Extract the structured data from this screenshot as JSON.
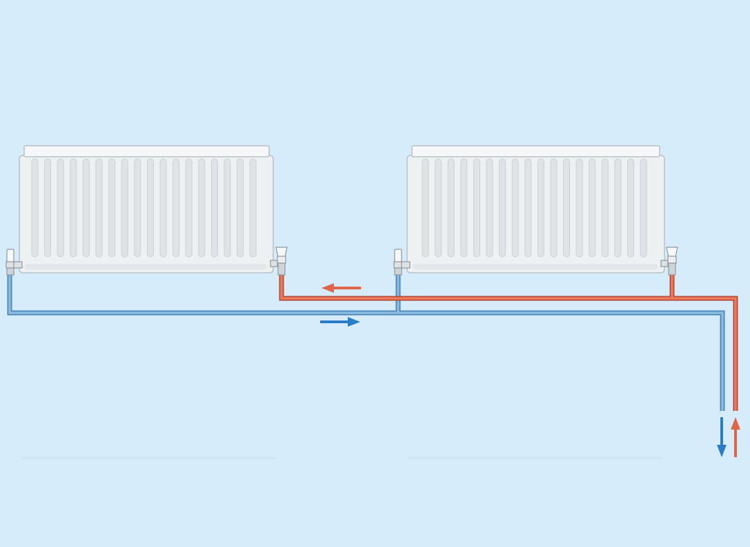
{
  "diagram": {
    "description_type": "heating-system-schematic",
    "radiators": [
      {
        "id": "radiator-left",
        "fin_count": 18
      },
      {
        "id": "radiator-right",
        "fin_count": 18
      }
    ],
    "pipes": [
      {
        "id": "flow-pipe",
        "role": "hot flow",
        "color": "#e0644a"
      },
      {
        "id": "return-pipe",
        "role": "cold return",
        "color": "#5b9bd2"
      }
    ],
    "arrows": [
      {
        "id": "hot-arrow-horizontal",
        "direction": "left",
        "color": "#e0644a"
      },
      {
        "id": "cold-arrow-horizontal",
        "direction": "right",
        "color": "#2a7cc4"
      },
      {
        "id": "cold-arrow-vertical",
        "direction": "down",
        "color": "#2a7cc4"
      },
      {
        "id": "hot-arrow-vertical",
        "direction": "up",
        "color": "#e0644a"
      }
    ],
    "colors": {
      "background": "#d6ecfa",
      "radiator_body": "#f1f3f4",
      "radiator_fin": "#dfe3e5",
      "radiator_outline": "#b9c1c5",
      "hot": "#e0644a",
      "hot_edge": "#b84a34",
      "cold": "#7fb0da",
      "cold_edge": "#4c86b8",
      "arrow_cold": "#2a7cc4"
    }
  }
}
